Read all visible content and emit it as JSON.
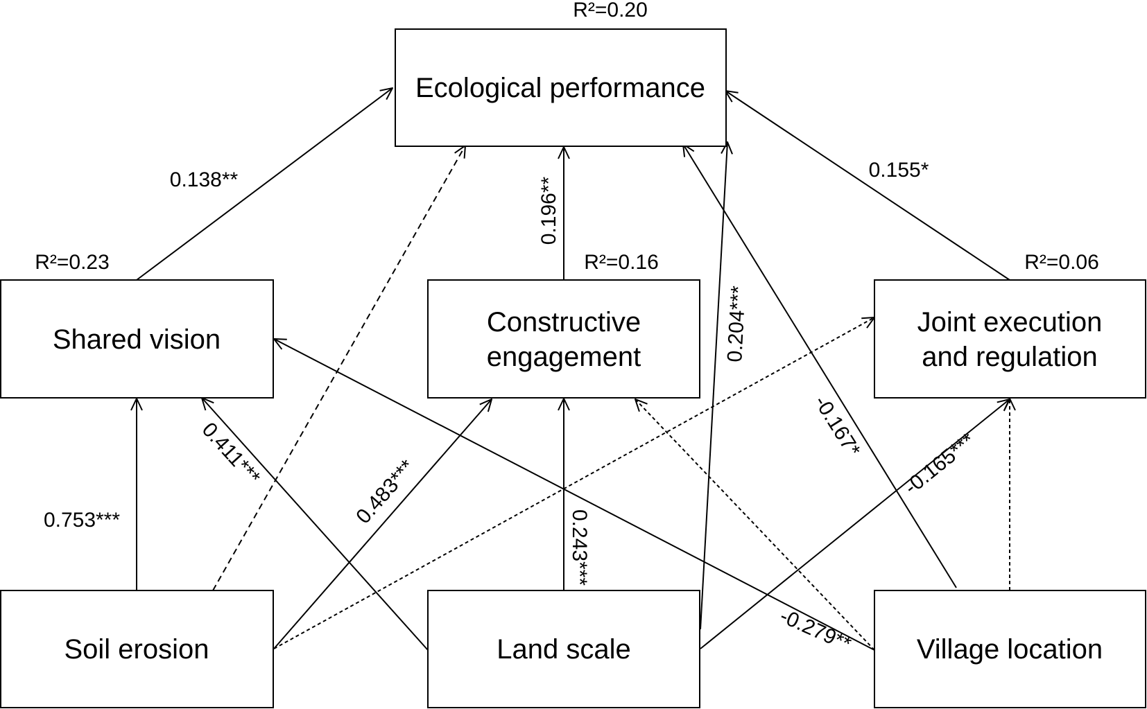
{
  "nodes": {
    "ecological_performance": {
      "label": "Ecological performance",
      "r2": "R²=0.20"
    },
    "shared_vision": {
      "label": "Shared vision",
      "r2": "R²=0.23"
    },
    "constructive_engagement": {
      "label_line1": "Constructive",
      "label_line2": "engagement",
      "r2": "R²=0.16"
    },
    "joint_execution": {
      "label_line1": "Joint execution",
      "label_line2": "and regulation",
      "r2": "R²=0.06"
    },
    "soil_erosion": {
      "label": "Soil erosion"
    },
    "land_scale": {
      "label": "Land scale"
    },
    "village_location": {
      "label": "Village location"
    }
  },
  "paths": [
    {
      "from": "shared_vision",
      "to": "ecological_performance",
      "coefficient": "0.138**",
      "style": "solid"
    },
    {
      "from": "constructive_engagement",
      "to": "ecological_performance",
      "coefficient": "0.196**",
      "style": "solid"
    },
    {
      "from": "joint_execution",
      "to": "ecological_performance",
      "coefficient": "0.155*",
      "style": "solid"
    },
    {
      "from": "land_scale",
      "to": "ecological_performance",
      "coefficient": "0.204***",
      "style": "solid"
    },
    {
      "from": "village_location",
      "to": "ecological_performance",
      "coefficient": "-0.167*",
      "style": "solid"
    },
    {
      "from": "soil_erosion",
      "to": "ecological_performance",
      "coefficient": "",
      "style": "dashed"
    },
    {
      "from": "soil_erosion",
      "to": "shared_vision",
      "coefficient": "0.753***",
      "style": "solid"
    },
    {
      "from": "land_scale",
      "to": "shared_vision",
      "coefficient": "0.411***",
      "style": "solid"
    },
    {
      "from": "village_location",
      "to": "shared_vision",
      "coefficient": "-0.279**",
      "style": "solid"
    },
    {
      "from": "soil_erosion",
      "to": "constructive_engagement",
      "coefficient": "0.483***",
      "style": "solid"
    },
    {
      "from": "land_scale",
      "to": "constructive_engagement",
      "coefficient": "0.243***",
      "style": "solid"
    },
    {
      "from": "village_location",
      "to": "constructive_engagement",
      "coefficient": "",
      "style": "dotted"
    },
    {
      "from": "soil_erosion",
      "to": "joint_execution",
      "coefficient": "",
      "style": "dotted"
    },
    {
      "from": "land_scale",
      "to": "joint_execution",
      "coefficient": "-0.165***",
      "style": "solid"
    },
    {
      "from": "village_location",
      "to": "joint_execution",
      "coefficient": "",
      "style": "dotted"
    }
  ]
}
